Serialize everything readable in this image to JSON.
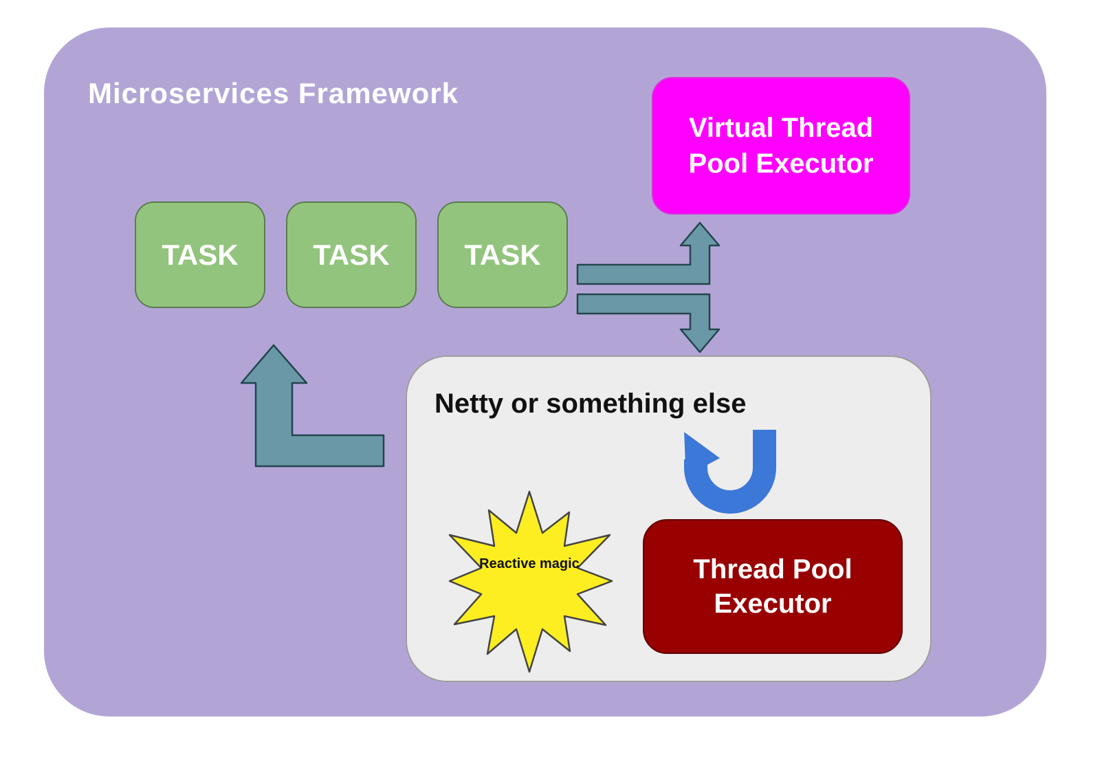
{
  "diagram": {
    "title": "Microservices Framework",
    "virtual_executor_label": "Virtual Thread Pool Executor",
    "tasks": [
      "TASK",
      "TASK",
      "TASK"
    ],
    "netty": {
      "title": "Netty or something else",
      "burst_label": "Reactive magic",
      "executor_label": "Thread Pool Executor"
    },
    "colors": {
      "frame_purple": "#b2a5d6",
      "task_green": "#93c47d",
      "virtual_executor_magenta": "#ff00ff",
      "executor_dark_red": "#990000",
      "netty_gray": "#ededed",
      "arrow_teal": "#6b98a6",
      "loop_arrow_blue": "#3c78d8",
      "burst_yellow": "#fdee21"
    }
  }
}
